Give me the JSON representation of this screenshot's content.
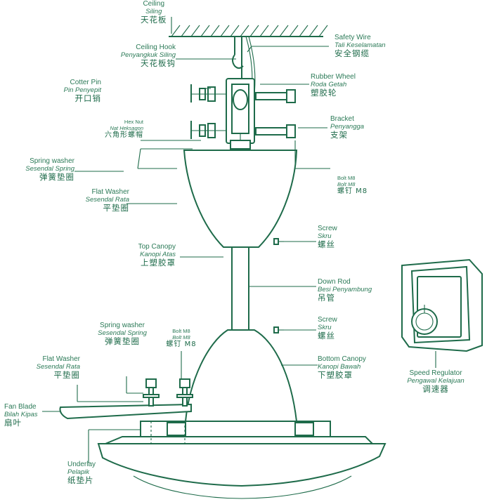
{
  "labels": {
    "ceiling": {
      "en": "Ceiling",
      "my": "Siling",
      "cn": "天花板"
    },
    "safety_wire": {
      "en": "Safety Wire",
      "my": "Tali Keselamatan",
      "cn": "安全钢缆"
    },
    "ceiling_hook": {
      "en": "Ceiling Hook",
      "my": "Penyangkuk Siling",
      "cn": "天花板钩"
    },
    "rubber_wheel": {
      "en": "Rubber Wheel",
      "my": "Roda Getah",
      "cn": "塑胶轮"
    },
    "cotter_pin": {
      "en": "Cotter Pin",
      "my": "Pin Penyepit",
      "cn": "开口销"
    },
    "bracket": {
      "en": "Bracket",
      "my": "Penyangga",
      "cn": "支架"
    },
    "hex_nut": {
      "en": "Hex Nut",
      "my": "Nat Heksagon",
      "cn": "六角形螺帽"
    },
    "spring_washer_top": {
      "en": "Spring washer",
      "my": "Sesendal Spring",
      "cn": "弹簧垫圈"
    },
    "bolt_m8_top": {
      "en": "Bolt M8",
      "my": "Bolt M8",
      "cn": "螺钉 M8"
    },
    "flat_washer_top": {
      "en": "Flat Washer",
      "my": "Sesendal Rata",
      "cn": "平垫圈"
    },
    "screw_top": {
      "en": "Screw",
      "my": "Skru",
      "cn": "螺丝"
    },
    "top_canopy": {
      "en": "Top Canopy",
      "my": "Kanopi Atas",
      "cn": "上塑胶罩"
    },
    "down_rod": {
      "en": "Down Rod",
      "my": "Besi Penyambung",
      "cn": "吊管"
    },
    "screw_bottom": {
      "en": "Screw",
      "my": "Skru",
      "cn": "螺丝"
    },
    "spring_washer_bottom": {
      "en": "Spring washer",
      "my": "Sesendal Spring",
      "cn": "弹簧垫圈"
    },
    "bolt_m8_bottom": {
      "en": "Bolt M8",
      "my": "Bolt M8",
      "cn": "螺钉 M8"
    },
    "bottom_canopy": {
      "en": "Bottom Canopy",
      "my": "Kanopi Bawah",
      "cn": "下塑胶罩"
    },
    "flat_washer_bottom": {
      "en": "Flat Washer",
      "my": "Sesendal Rata",
      "cn": "平垫圈"
    },
    "speed_regulator": {
      "en": "Speed Regulator",
      "my": "Pengawal Kelajuan",
      "cn": "调速器"
    },
    "fan_blade": {
      "en": "Fan Blade",
      "my": "Bilah Kipas",
      "cn": "扇叶"
    },
    "underlay": {
      "en": "Underlay",
      "my": "Pelapik",
      "cn": "纸垫片"
    }
  },
  "colors": {
    "line": "#1e6b4a",
    "text": "#2b7a57",
    "background": "#ffffff"
  }
}
